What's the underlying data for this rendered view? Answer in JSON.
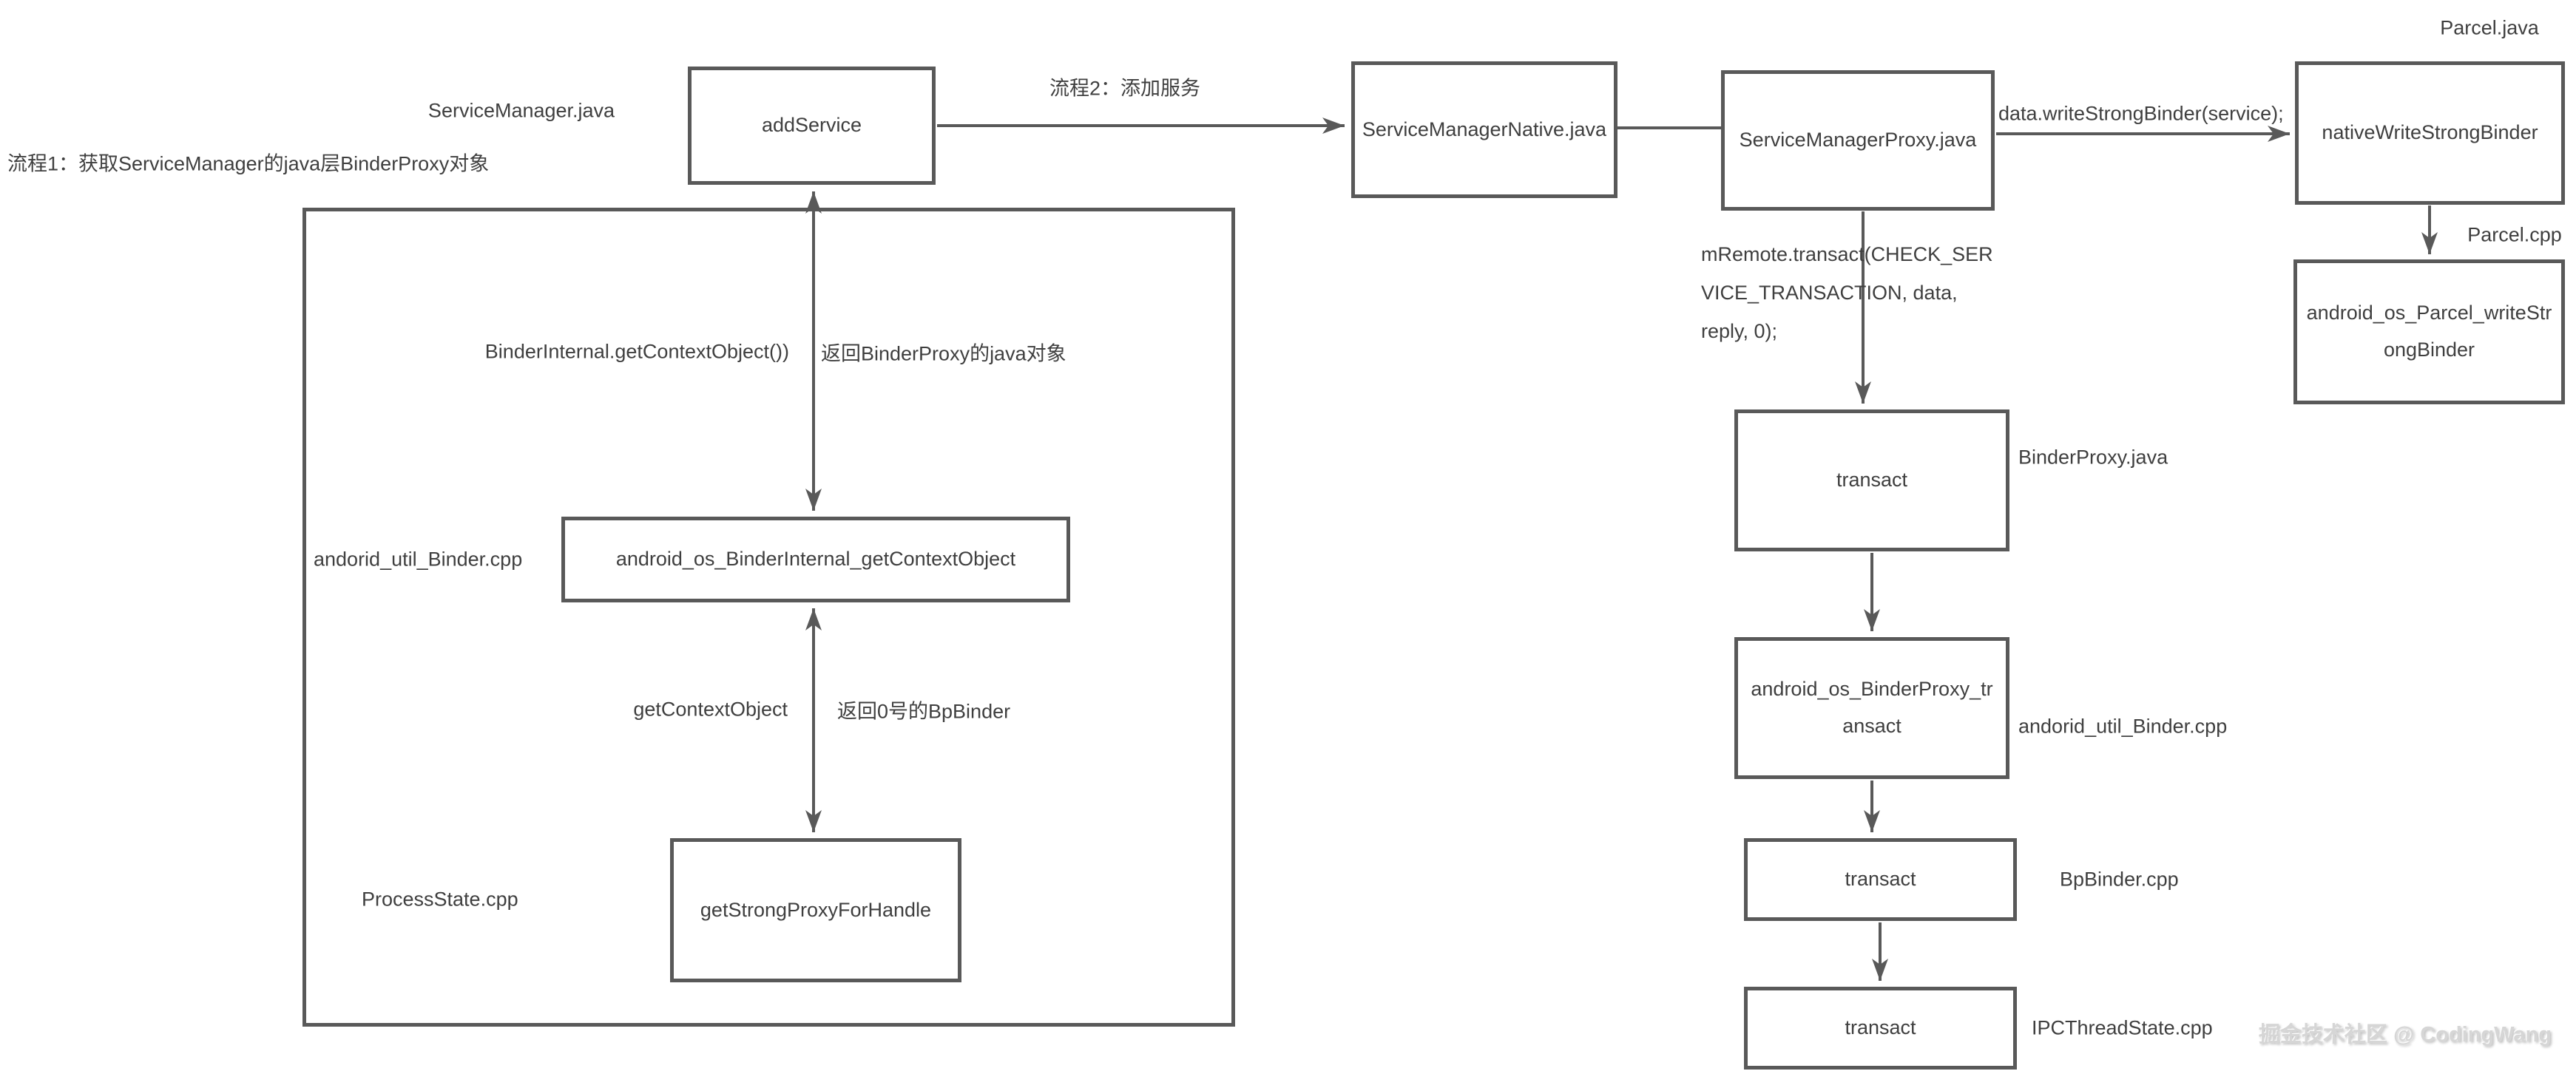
{
  "colors": {
    "background": "#ffffff",
    "box_border": "#595959",
    "connector": "#595959",
    "text": "#3f3f3f",
    "watermark": "#d6d6d6"
  },
  "flow_annotations": {
    "flow1": "流程1：获取ServiceManager的java层BinderProxy对象",
    "flow2": "流程2：添加服务"
  },
  "boxes": {
    "add_service": "addService",
    "service_manager_native": "ServiceManagerNative.java",
    "service_manager_proxy": "ServiceManagerProxy.java",
    "native_write_strong_binder": "nativeWriteStrongBinder",
    "android_os_parcel_write_strong_binder": "android_os_Parcel_writeStrongBinder",
    "transact_binderproxy": "transact",
    "android_os_binderproxy_transact": "android_os_BinderProxy_transact",
    "transact_bpbinder": "transact",
    "transact_ipcthreadstate": "transact",
    "android_os_binderinternal_getcontextobject": "android_os_BinderInternal_getContextObject",
    "get_strong_proxy_for_handle": "getStrongProxyForHandle"
  },
  "file_labels": {
    "service_manager_java": "ServiceManager.java",
    "parcel_java": "Parcel.java",
    "parcel_cpp": "Parcel.cpp",
    "binder_proxy_java": "BinderProxy.java",
    "andorid_util_binder_cpp_right": "andorid_util_Binder.cpp",
    "bp_binder_cpp": "BpBinder.cpp",
    "ipc_thread_state_cpp": "IPCThreadState.cpp",
    "andorid_util_binder_cpp_left": "andorid_util_Binder.cpp",
    "process_state_cpp": "ProcessState.cpp"
  },
  "call_annotations": {
    "data_write_strong_binder": "data.writeStrongBinder(service);",
    "mremote_transact": {
      "lines": [
        "mRemote.transact(CHECK_SER",
        "VICE_TRANSACTION, data,",
        "reply, 0);"
      ]
    },
    "binder_internal_get_context_object": "BinderInternal.getContextObject())",
    "return_binder_proxy_java_object": "返回BinderProxy的java对象",
    "get_context_object": "getContextObject",
    "return_bp_binder": "返回0号的BpBinder"
  },
  "watermark": "掘金技术社区 @ CodingWang"
}
